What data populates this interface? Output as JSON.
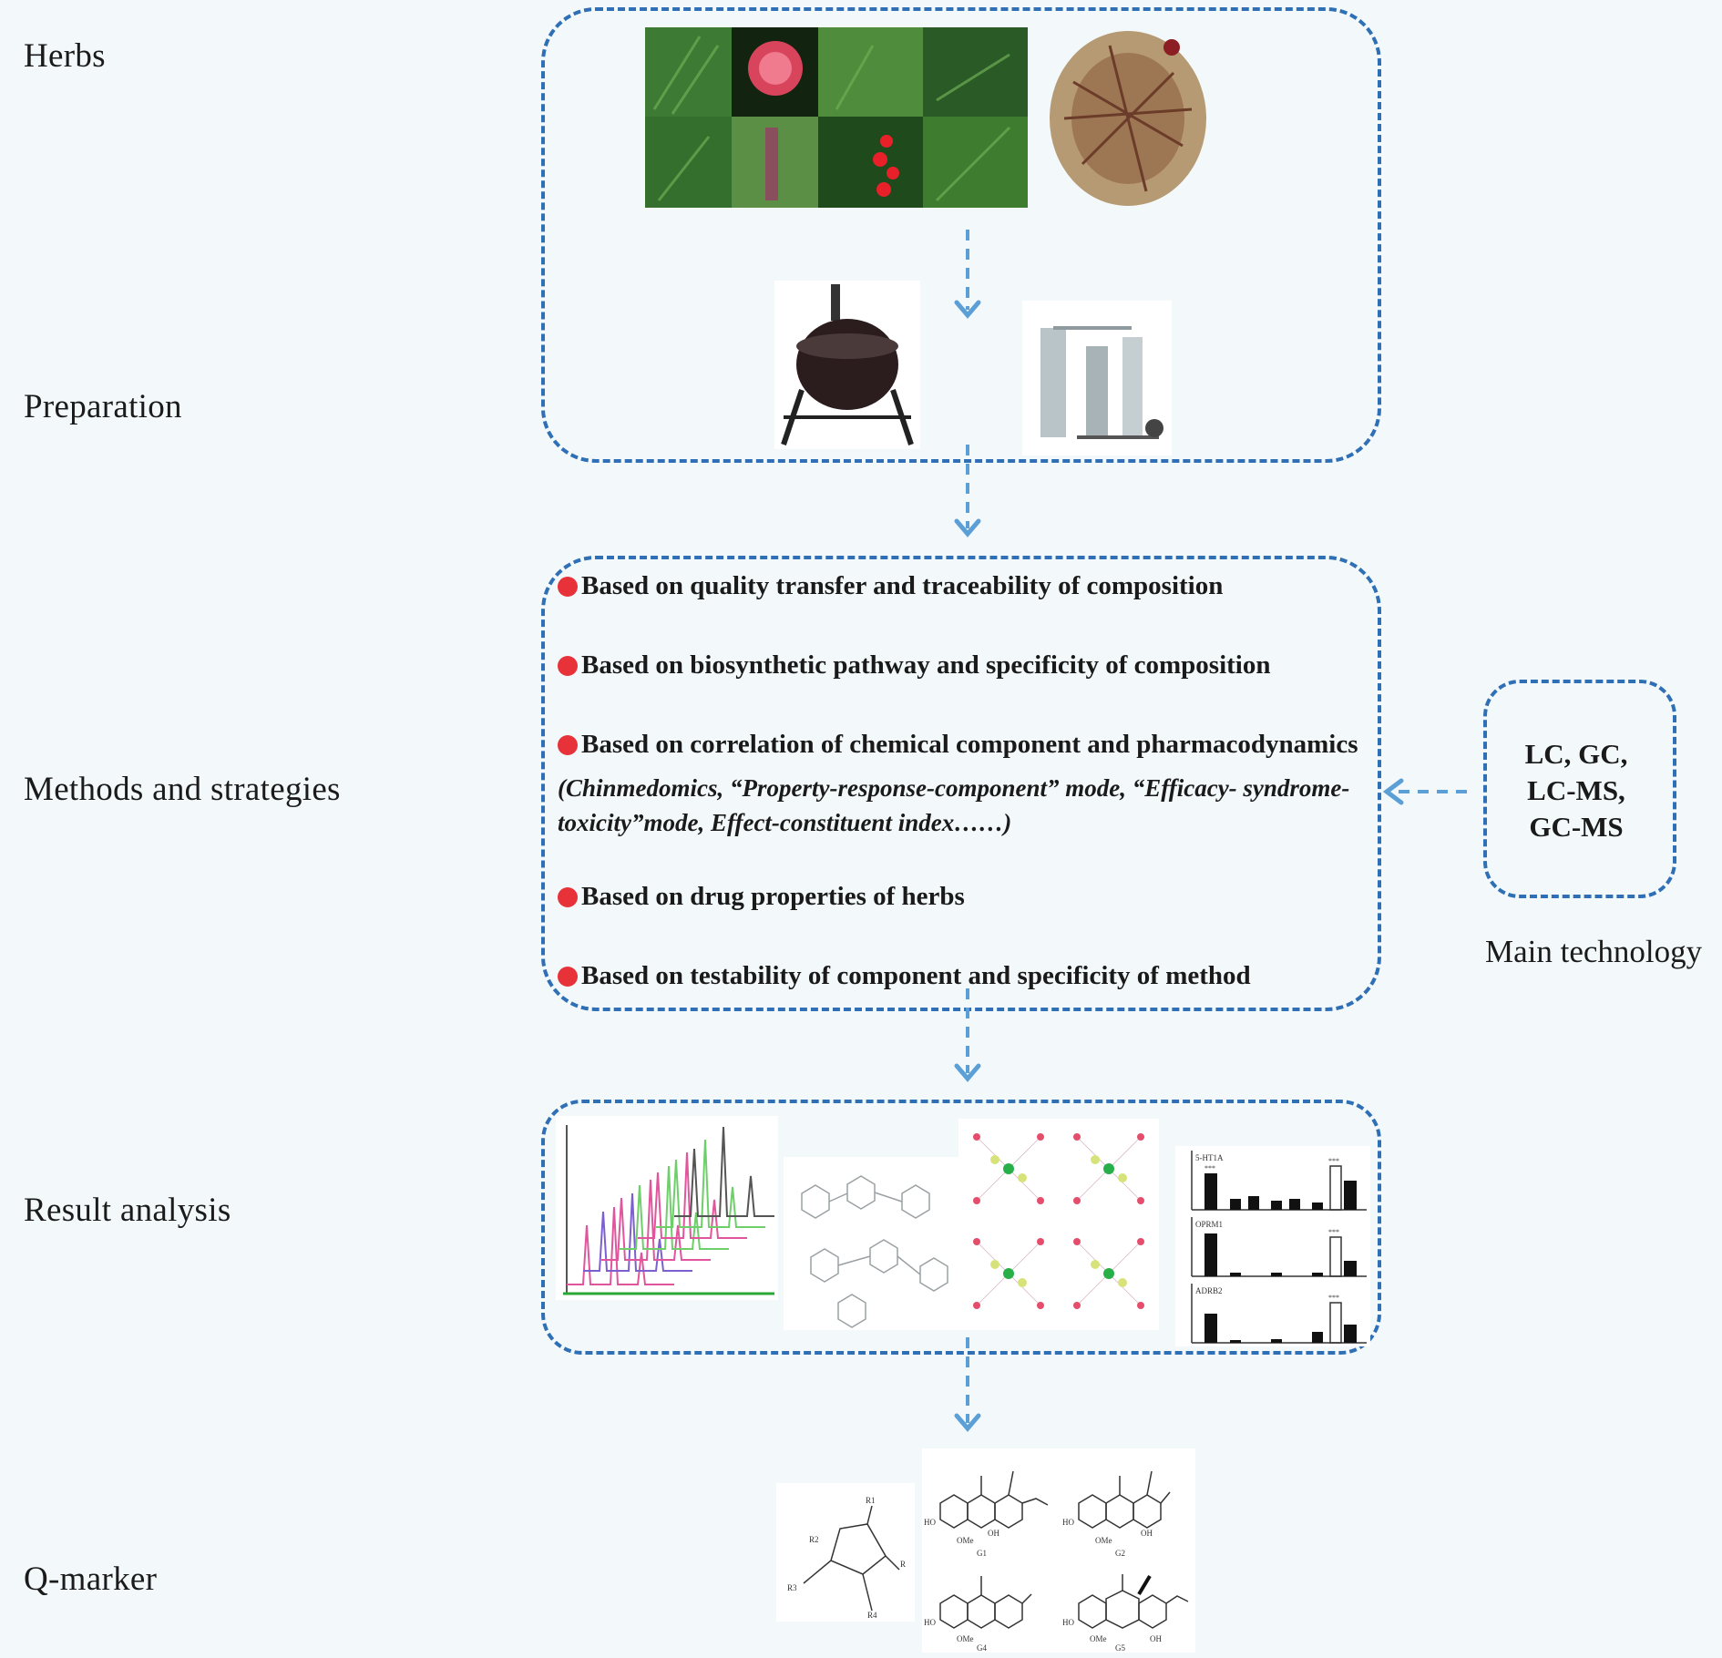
{
  "stages": {
    "herbs": "Herbs",
    "preparation": "Preparation",
    "methods": "Methods and strategies",
    "results": "Result analysis",
    "qmarker": "Q-marker"
  },
  "methods": [
    "Based on quality  transfer and  traceability of composition",
    "Based on biosynthetic pathway   and  specificity of composition",
    "Based on correlation of chemical component and  pharmacodynamics",
    "Based on drug  properties of herbs",
    "Based on testability  of  component and specificity of method"
  ],
  "methods_note": "(Chinmedomics, “Property-response-component” mode, “Efficacy- syndrome-toxicity”mode, Effect-constituent index……)",
  "technology": {
    "lines": [
      "LC, GC,",
      "LC-MS,",
      "GC-MS"
    ],
    "caption": "Main technology"
  },
  "result_panels": {
    "bar_labels": [
      "5-HT1A",
      "OPRM1",
      "ADRB2"
    ],
    "significance": "***"
  },
  "compounds": {
    "labels": [
      "G1",
      "G2",
      "G4",
      "G5"
    ],
    "groups": [
      "HO",
      "OMe",
      "OH"
    ],
    "left_structure_labels": [
      "R1",
      "R2",
      "R3",
      "R4",
      "R"
    ]
  },
  "colors": {
    "dashed_border": "#2f6fb5",
    "arrow": "#5b9fd6",
    "bullet": "#e8323a",
    "background": "#f3f9fb"
  }
}
